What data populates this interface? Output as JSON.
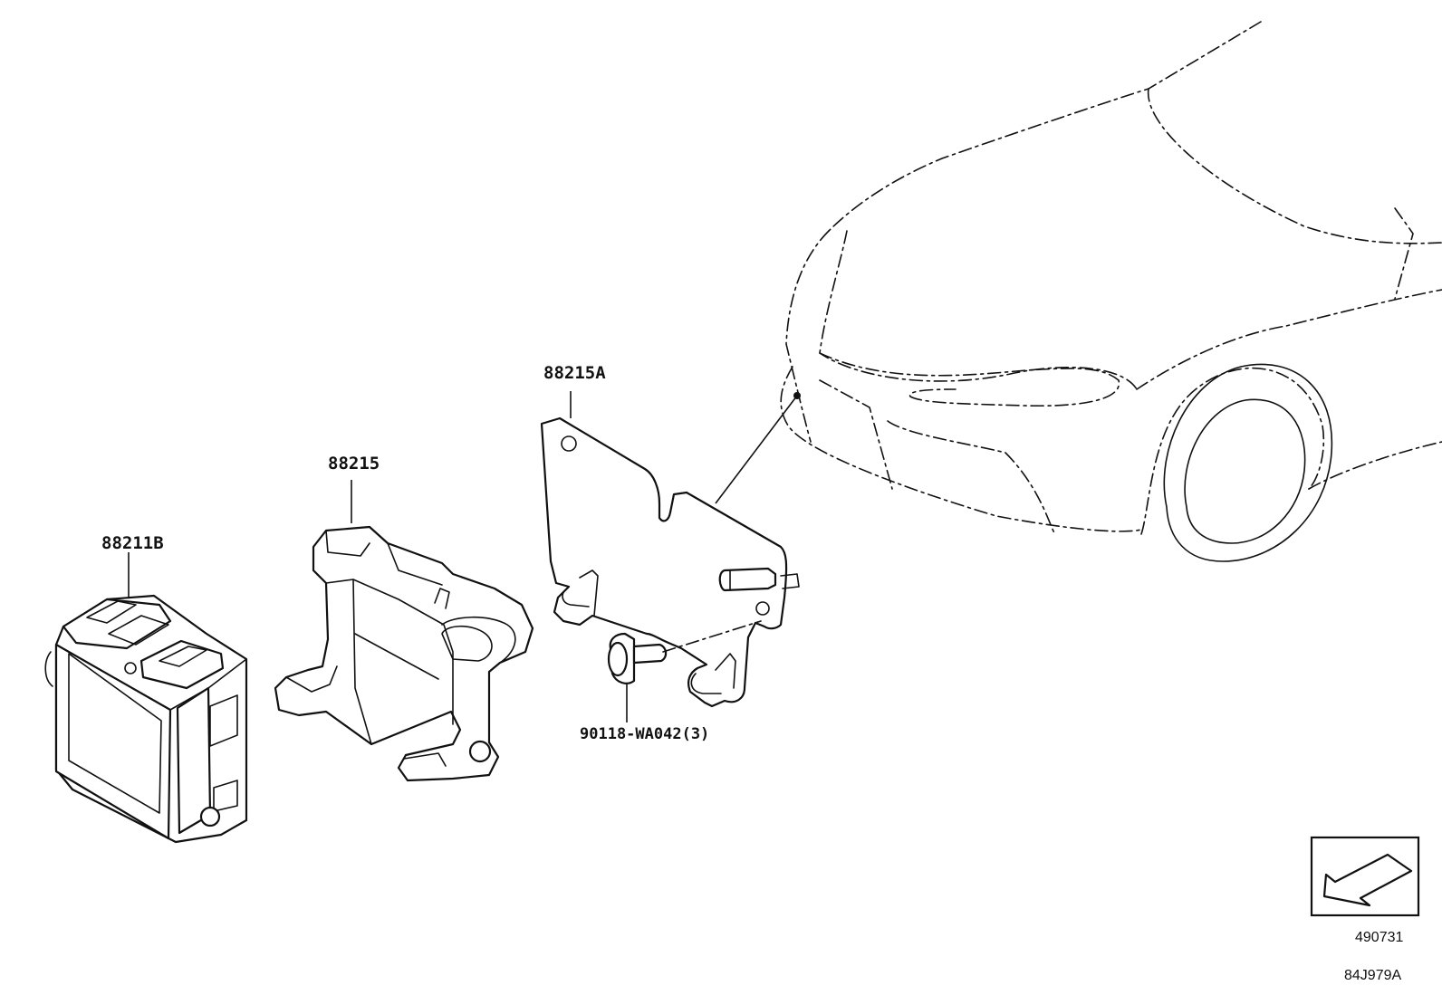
{
  "parts": [
    {
      "id": "ecu",
      "label": "88211B"
    },
    {
      "id": "bracket",
      "label": "88215"
    },
    {
      "id": "mount_plate",
      "label": "88215A"
    },
    {
      "id": "bolt",
      "label": "90118-WA042(3)"
    }
  ],
  "view_indicator": {
    "code": "490731",
    "icon": "view-direction-arrow-icon"
  },
  "figure_code": "84J979A"
}
